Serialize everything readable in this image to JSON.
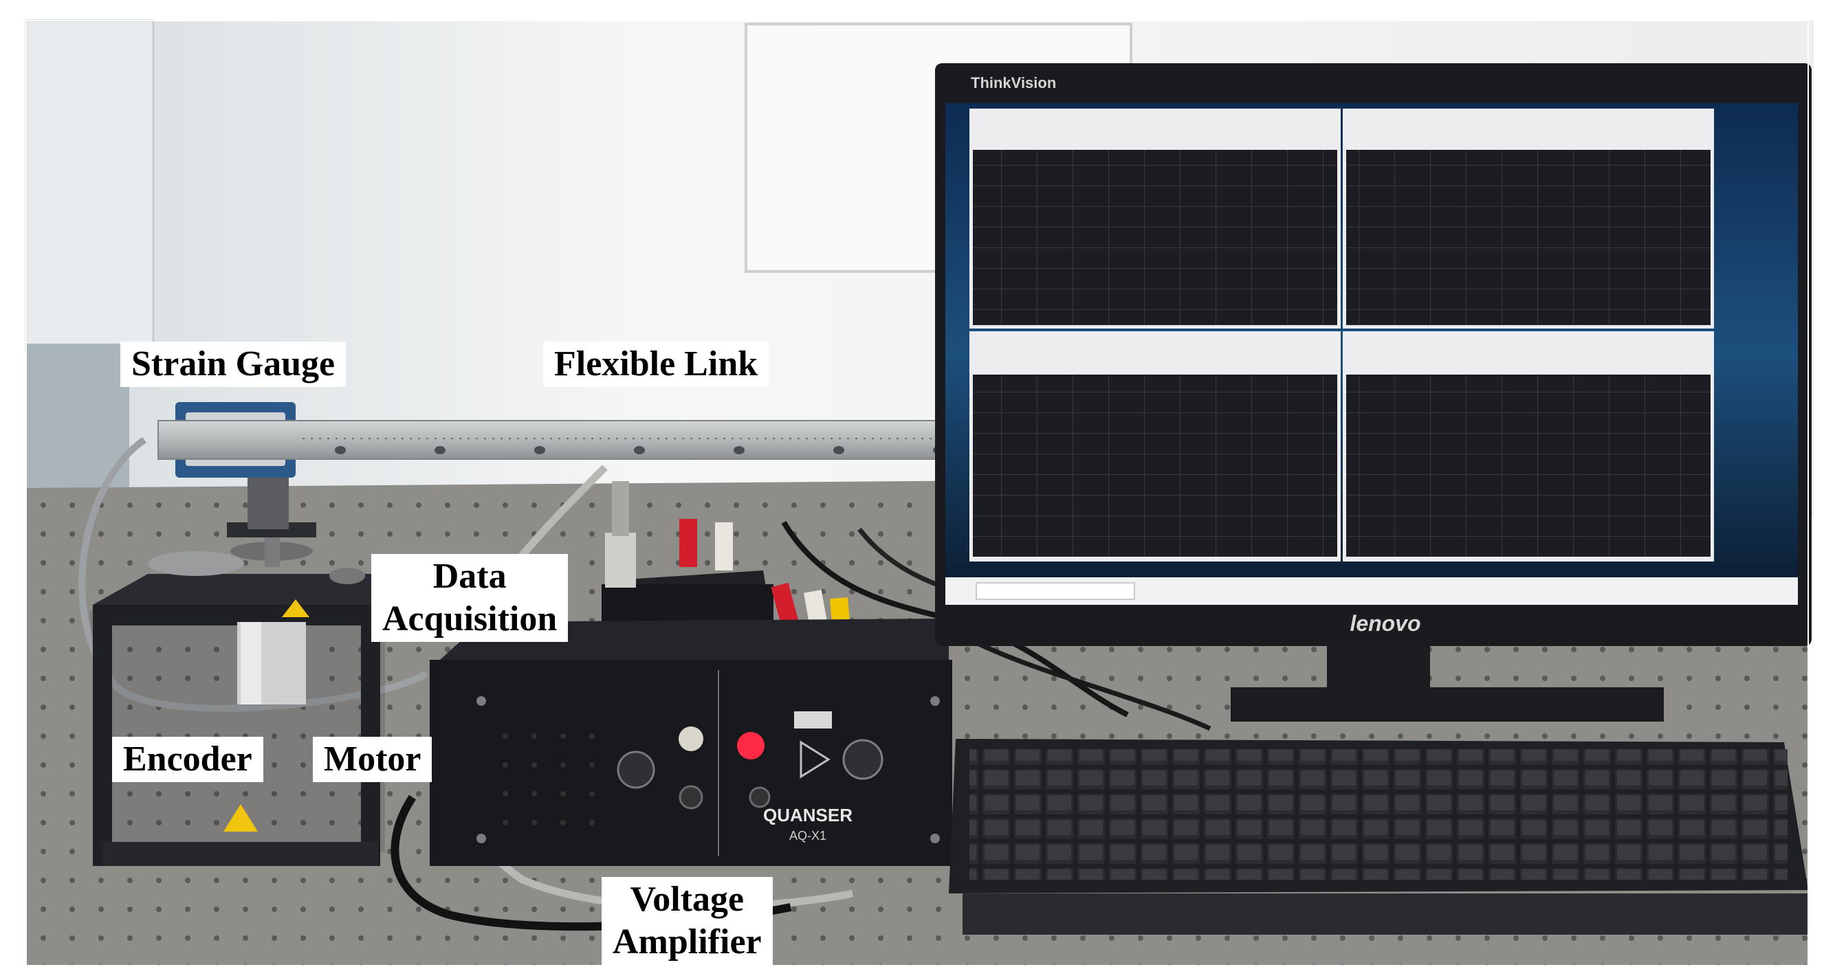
{
  "labels": {
    "strain_gauge": "Strain Gauge",
    "flexible_link": "Flexible Link",
    "data_acquisition": [
      "Data",
      "Acquisition"
    ],
    "encoder": "Encoder",
    "motor": "Motor",
    "voltage_amplifier": [
      "Voltage",
      "Amplifier"
    ]
  },
  "device_text": {
    "monitor_brand": "ThinkVision",
    "monitor_logo": "lenovo",
    "amplifier_model": "AQ-X1",
    "amplifier_brand": "QUANSER"
  },
  "colors": {
    "table": "#8f8d8a",
    "screen": "#1b1d22",
    "device": "#18191c",
    "ruler": "#b9bcbd",
    "rca_red": "#d21f2b",
    "rca_yellow": "#f0c400",
    "rca_white": "#e9e6df"
  }
}
